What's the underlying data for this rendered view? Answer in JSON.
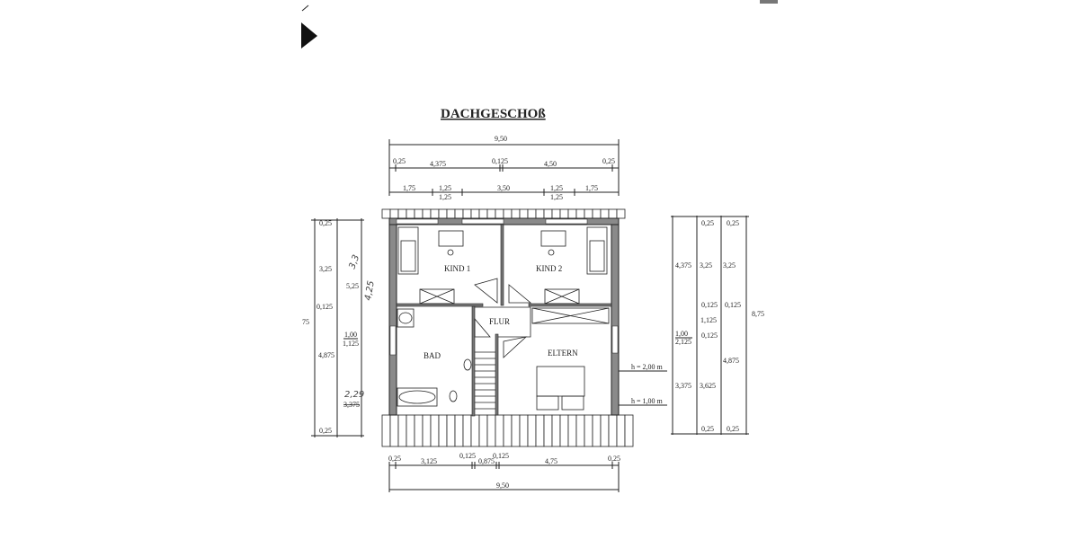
{
  "title": "DACHGESCHOß",
  "rooms": {
    "kind1": "KIND 1",
    "kind2": "KIND 2",
    "flur": "FLUR",
    "bad": "BAD",
    "eltern": "ELTERN"
  },
  "heights": {
    "h2": "h = 2,00 m",
    "h1": "h = 1,00 m"
  },
  "dims_top": {
    "total": "9,50",
    "row2": [
      "0,25",
      "4,375",
      "0,125",
      "4,50",
      "0,25"
    ],
    "row3": [
      "1,75",
      "1,25",
      "1,25",
      "3,50",
      "1,25",
      "1,25",
      "1,75"
    ]
  },
  "dims_bottom": {
    "row1": [
      "0,25",
      "3,125",
      "0,125",
      "0,875",
      "0,125",
      "4,75",
      "0,25"
    ],
    "total": "9,50"
  },
  "dims_left": {
    "total": "75",
    "col1": [
      "0,25",
      "3,25",
      "0,125",
      "4,875",
      "0,25"
    ],
    "col2": [
      "5,25",
      "1,00",
      "1,125",
      "3,375"
    ],
    "handwritten": [
      "3,3",
      "4,25",
      "2,29"
    ]
  },
  "dims_right": {
    "col1": [
      "4,375",
      "1,00",
      "2,125",
      "3,375"
    ],
    "col2": [
      "0,25",
      "3,25",
      "0,125",
      "1,125",
      "0,125",
      "3,625",
      "0,25"
    ],
    "col3": [
      "0,25",
      "3,25",
      "0,125",
      "4,875",
      "0,25"
    ],
    "total": "8,75"
  }
}
